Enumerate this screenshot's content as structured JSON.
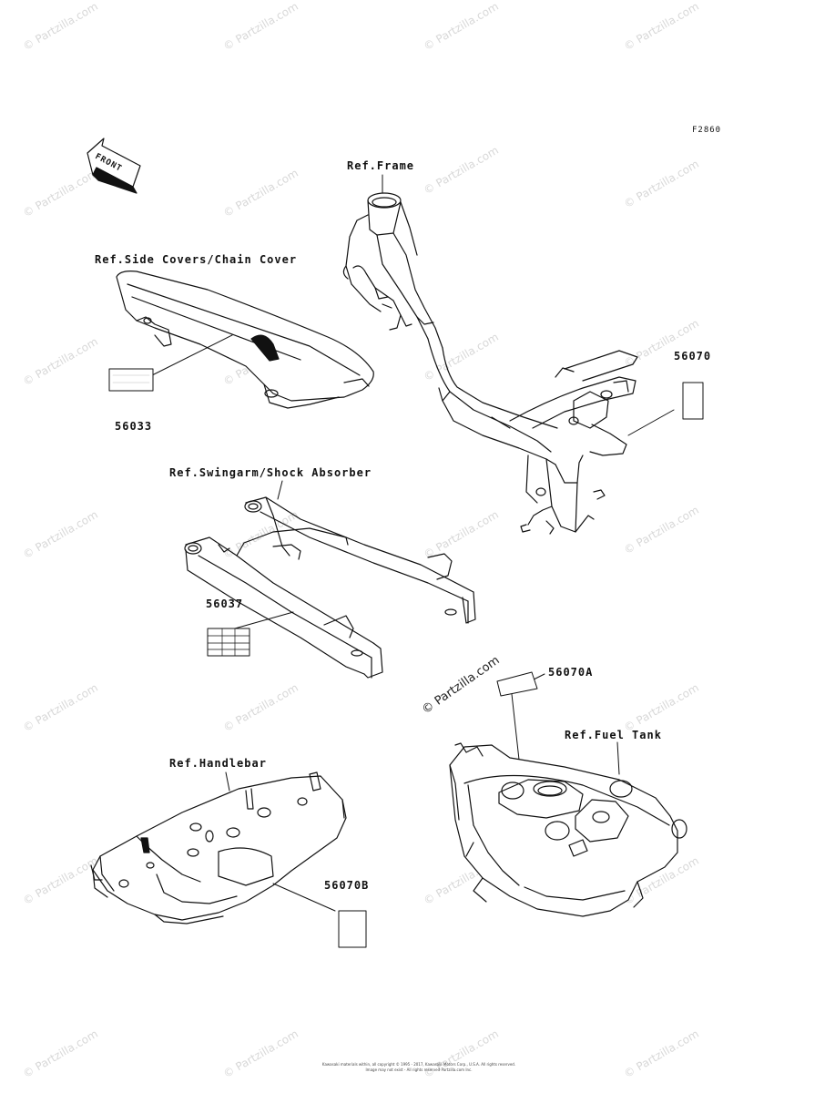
{
  "figure_code": "F2860",
  "front_label": "FRONT",
  "refs": {
    "frame": "Ref.Frame",
    "side_covers": "Ref.Side Covers/Chain Cover",
    "swingarm": "Ref.Swingarm/Shock Absorber",
    "handlebar": "Ref.Handlebar",
    "fuel_tank": "Ref.Fuel Tank"
  },
  "parts": {
    "p56033": "56033",
    "p56070": "56070",
    "p56037": "56037",
    "p56070A": "56070A",
    "p56070B": "56070B"
  },
  "watermark": "© Partzilla.com",
  "footer_line1": "Kawasaki materials within, all copyright © 1995 - 2017, Kawasaki Motors Corp., U.S.A. All rights reserved.",
  "footer_line2": "Image may not exist - All rights reserved Partzilla.com Inc."
}
